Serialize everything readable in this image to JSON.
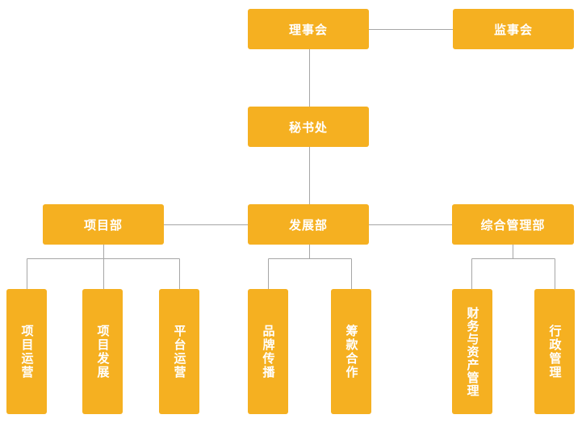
{
  "colors": {
    "node_fill": "#F5B021",
    "node_text": "#FFFFFF",
    "connector": "#A6A6A6"
  },
  "nodes": {
    "board": "理事会",
    "supervisory_board": "监事会",
    "secretariat": "秘书处",
    "projects_dept": "项目部",
    "development_dept": "发展部",
    "general_admin_dept": "综合管理部",
    "project_operations": "项目运营",
    "project_development": "项目发展",
    "platform_operations": "平台运营",
    "brand_communication": "品牌传播",
    "fundraising_cooperation": "筹款合作",
    "finance_asset_management": "财务与资产管理",
    "administration": "行政管理"
  }
}
